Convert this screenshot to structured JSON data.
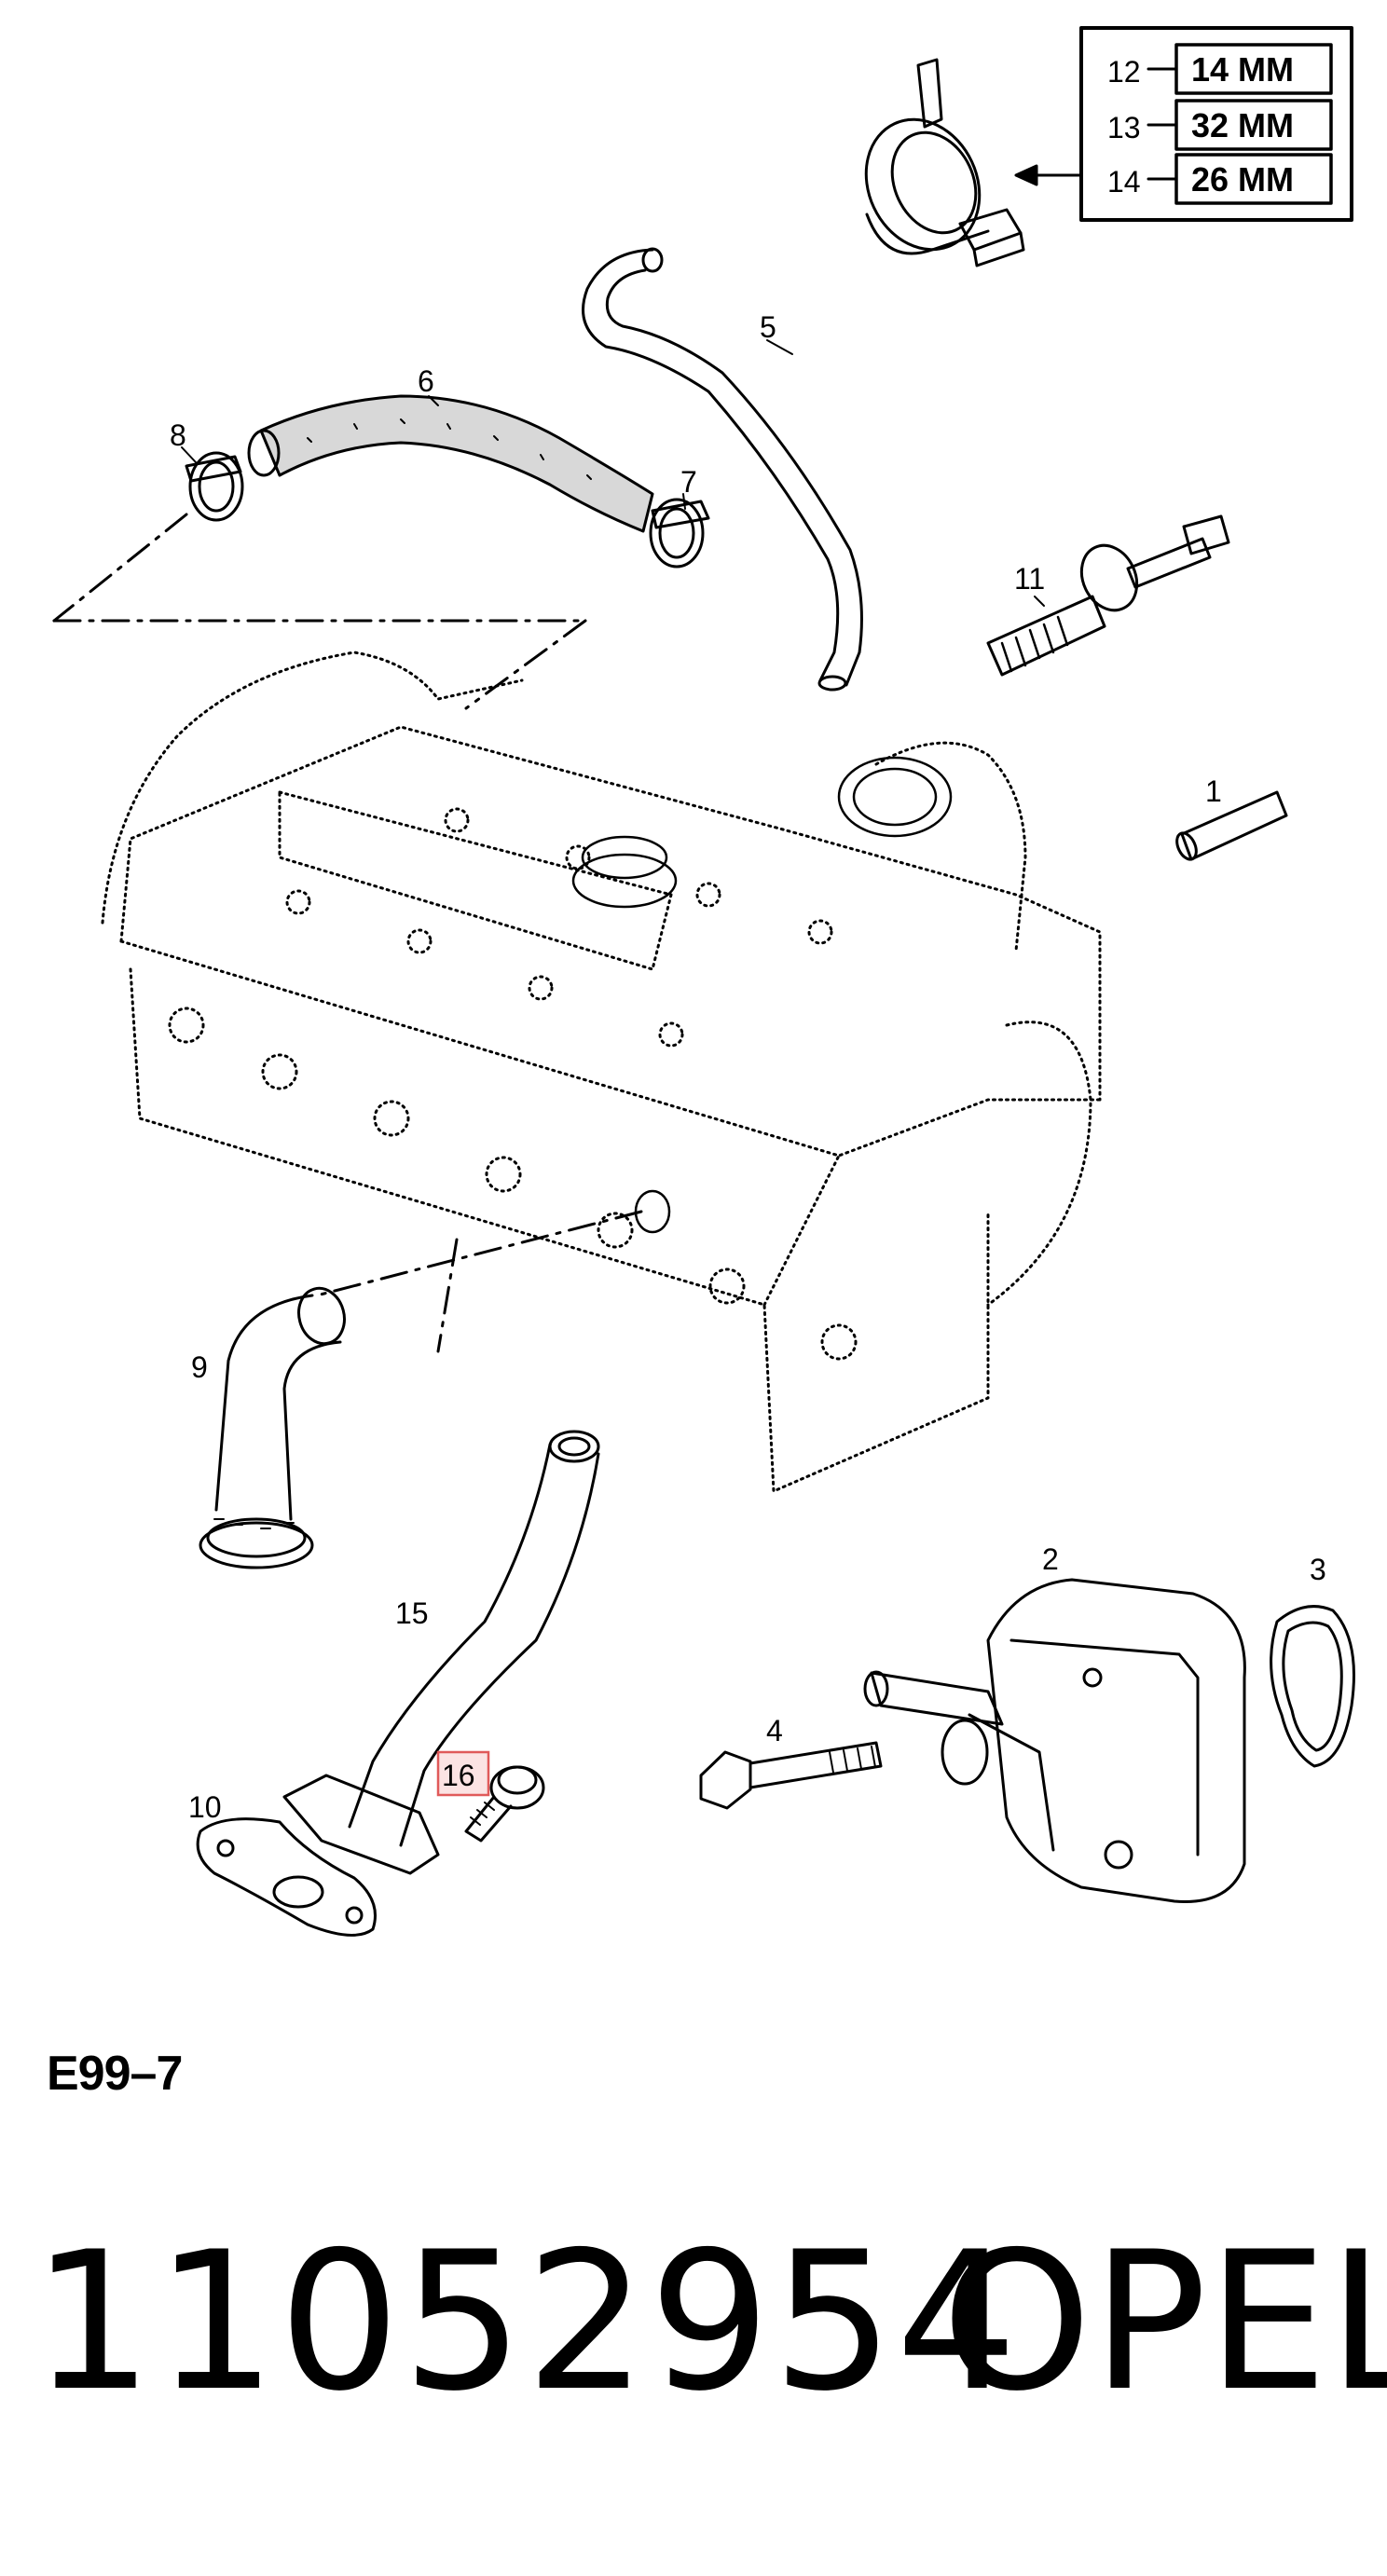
{
  "diagram": {
    "size_table": [
      {
        "callout": "12",
        "size": "14 MM"
      },
      {
        "callout": "13",
        "size": "32 MM"
      },
      {
        "callout": "14",
        "size": "26 MM"
      }
    ],
    "callouts": {
      "c1": "1",
      "c2": "2",
      "c3": "3",
      "c4": "4",
      "c5": "5",
      "c6": "6",
      "c7": "7",
      "c8": "8",
      "c9": "9",
      "c10": "10",
      "c11": "11",
      "c15": "15",
      "c16": "16"
    },
    "highlighted_callout": "16",
    "highlight_color": "#e05a5a"
  },
  "footer": {
    "reference_code": "E99–7",
    "part_number": "11052954",
    "brand": "OPEL"
  }
}
